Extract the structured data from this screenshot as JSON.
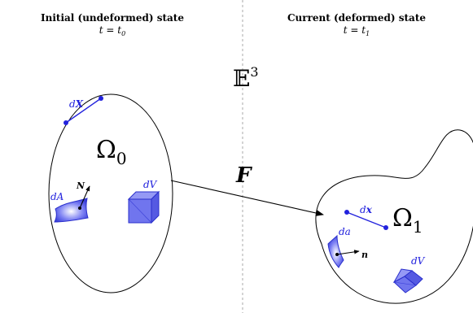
{
  "left_panel": {
    "title": "Initial (undeformed) state",
    "time_var": "t",
    "time_eq": " = ",
    "time_sym": "t",
    "time_sub": "0"
  },
  "right_panel": {
    "title": "Current (deformed) state",
    "time_var": "t",
    "time_eq": " = ",
    "time_sym": "t",
    "time_sub": "1"
  },
  "space_label": {
    "base": "𝔼",
    "exp": "3"
  },
  "mapping_label": "F",
  "region_reference": {
    "base": "Ω",
    "sub": "0"
  },
  "region_current": {
    "base": "Ω",
    "sub": "1"
  },
  "reference_elements": {
    "line": "dX",
    "line_prefix": "d",
    "line_vec": "X",
    "area": "dA",
    "normal": "N",
    "volume": "dV"
  },
  "current_elements": {
    "line_prefix": "d",
    "line_vec": "x",
    "area": "da",
    "normal": "n",
    "volume": "dV"
  },
  "colors": {
    "element_blue": "#2222dd",
    "fill_blue": "#6f73f0",
    "divider": "#aaaaaa",
    "outline": "#000000"
  }
}
